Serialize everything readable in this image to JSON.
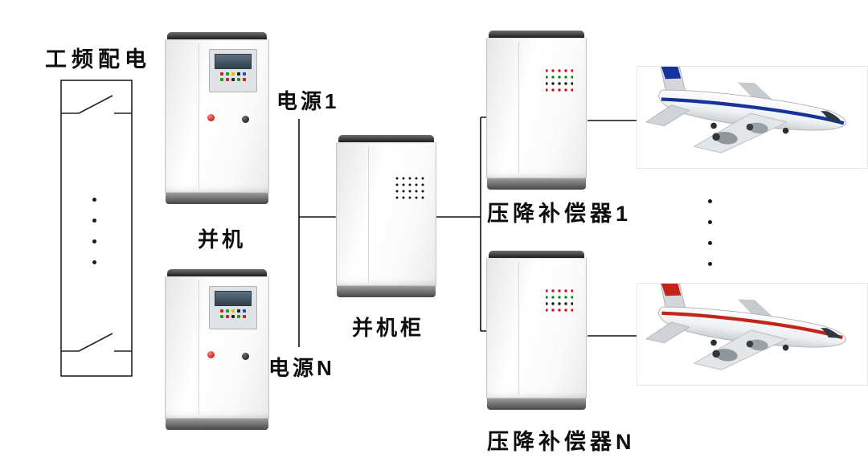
{
  "diagram": {
    "distribution_panel": {
      "label": "工频配电"
    },
    "power_sources": {
      "source_1_label": "电源1",
      "source_n_label": "电源N",
      "parallel_note": "并机"
    },
    "parallel_cabinet": {
      "label": "并机柜"
    },
    "compensators": {
      "compensator_1_label": "压降补偿器1",
      "compensator_n_label": "压降补偿器N"
    },
    "colors": {
      "wire": "#111111",
      "cabinet_body": "#f5f5f5",
      "plane1_stripe": "#16329b",
      "plane2_stripe": "#c4251b"
    }
  }
}
